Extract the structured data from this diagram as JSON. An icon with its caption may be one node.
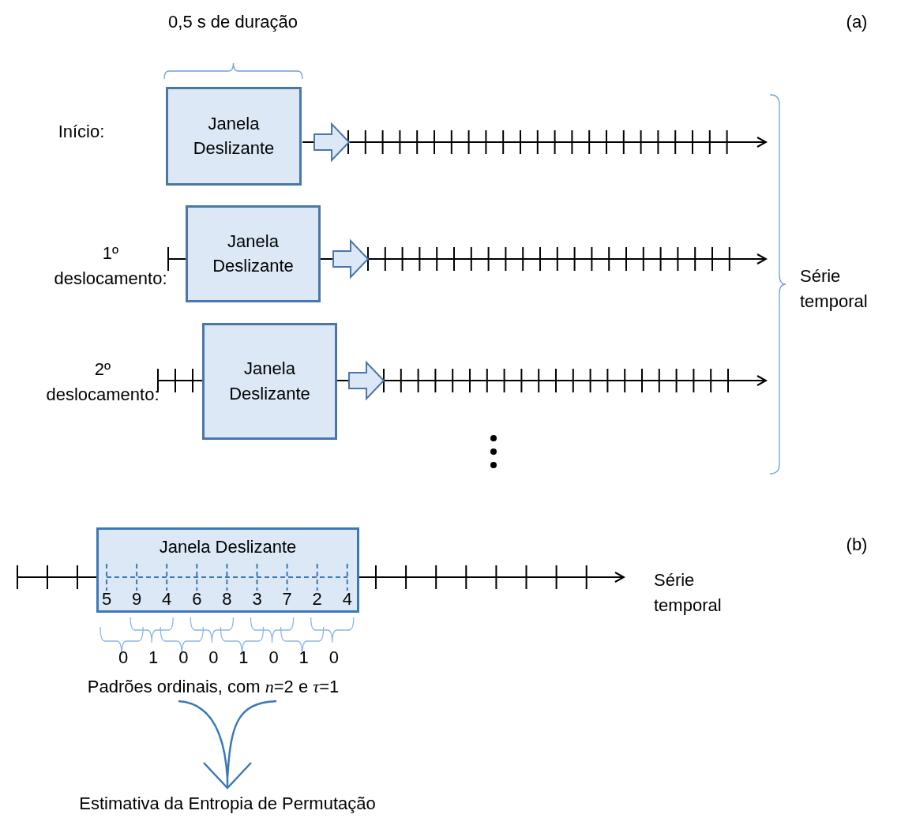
{
  "diagram": {
    "nodes": [
      {
        "text": [
          "Janela Deslizante"
        ]
      },
      {
        "text": [
          "Janela Deslizante"
        ]
      },
      {
        "text": [
          "Janela Deslizante"
        ]
      },
      {
        "text": [
          "Janela Deslizante"
        ]
      },
      {
        "text": [
          "Padrões ordinais, com *n*=2 e *τ*=1"
        ]
      },
      {
        "text": [
          "Estimativa da Entropia de Permutação"
        ]
      }
    ],
    "edges": [
      {
        "from": 4,
        "to": 5,
        "arrow": "to"
      }
    ],
    "labels": [
      "0,5 s de duração",
      "(a)",
      "Início:",
      "1º deslocamento:",
      "2º deslocamento:",
      "Série temporal",
      "(b)",
      "Série temporal",
      "5",
      "9",
      "4",
      "6",
      "8",
      "3",
      "7",
      "2",
      "4",
      "0",
      "1",
      "0",
      "0",
      "1",
      "0",
      "1",
      "0"
    ]
  }
}
